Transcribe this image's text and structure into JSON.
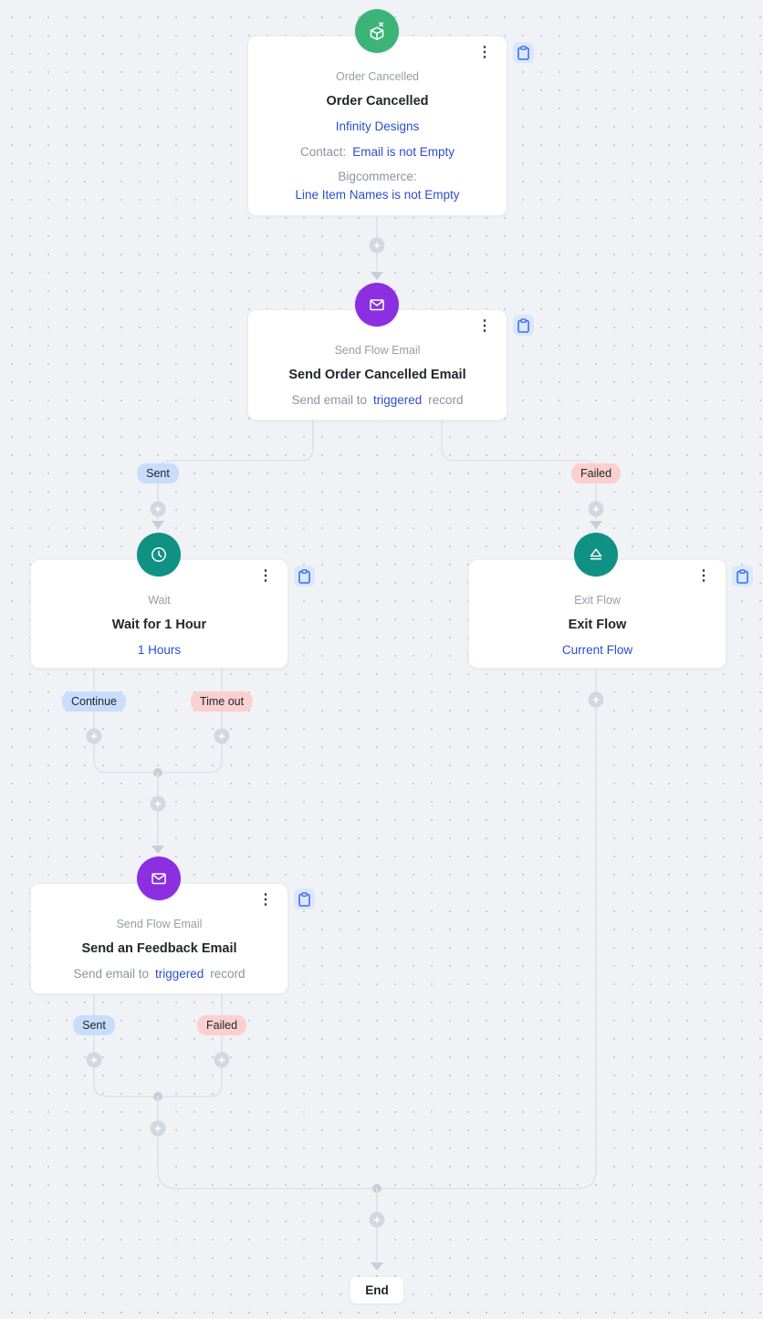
{
  "colors": {
    "canvas_bg": "#f0f2f6",
    "dot_grid": "#c3c7d0",
    "card_bg": "#ffffff",
    "connector_line": "#e1e3e8",
    "trigger_green": "#3cb478",
    "email_purple": "#8b2fe0",
    "action_teal": "#0f9184",
    "link_blue": "#2d4ecb",
    "muted_text": "#8d93a0",
    "title_text": "#23262e",
    "badge_blue_bg": "#c7ddfb",
    "badge_red_bg": "#fbd0ce",
    "copy_button_bg": "#dbe8fc",
    "copy_button_icon": "#3b6ef0"
  },
  "icons": {
    "kebab": "⋮",
    "plus": "+",
    "trigger": "order-cancelled-cube-icon",
    "email": "envelope-icon",
    "wait": "clock-icon",
    "exit": "eject-triangle-icon",
    "copy": "clipboard-icon"
  },
  "nodes": {
    "trigger": {
      "type_label": "Order Cancelled",
      "title": "Order Cancelled",
      "audience_link": "Infinity Designs",
      "condition1_label": "Contact:",
      "condition1_value": "Email is not Empty",
      "condition2_label": "Bigcommerce:",
      "condition2_value": "Line Item Names is not Empty"
    },
    "email1": {
      "type_label": "Send Flow Email",
      "title": "Send Order Cancelled Email",
      "body_prefix": "Send email to",
      "body_highlight": "triggered",
      "body_suffix": "record"
    },
    "wait": {
      "type_label": "Wait",
      "title": "Wait for 1 Hour",
      "duration_link": "1 Hours"
    },
    "exit": {
      "type_label": "Exit Flow",
      "title": "Exit Flow",
      "flow_link": "Current Flow"
    },
    "email2": {
      "type_label": "Send Flow Email",
      "title": "Send an Feedback Email",
      "body_prefix": "Send email to",
      "body_highlight": "triggered",
      "body_suffix": "record"
    },
    "end": {
      "label": "End"
    }
  },
  "badges": {
    "email1_sent": {
      "label": "Sent",
      "variant": "blue"
    },
    "email1_failed": {
      "label": "Failed",
      "variant": "red"
    },
    "wait_continue": {
      "label": "Continue",
      "variant": "blue"
    },
    "wait_timeout": {
      "label": "Time out",
      "variant": "red"
    },
    "email2_sent": {
      "label": "Sent",
      "variant": "blue"
    },
    "email2_failed": {
      "label": "Failed",
      "variant": "red"
    }
  }
}
